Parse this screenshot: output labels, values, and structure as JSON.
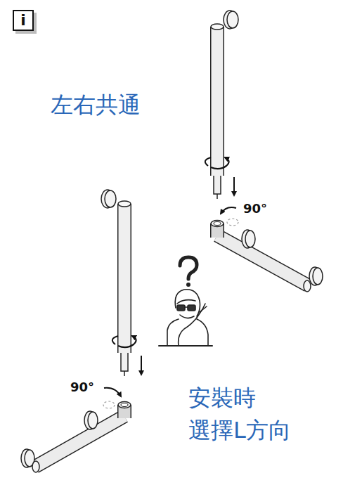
{
  "diagram": {
    "nodes": [
      {
        "text": [
          "i"
        ]
      }
    ],
    "labels": [
      "左右共通",
      "90°",
      "90°",
      "安裝時 選擇L方向"
    ]
  }
}
